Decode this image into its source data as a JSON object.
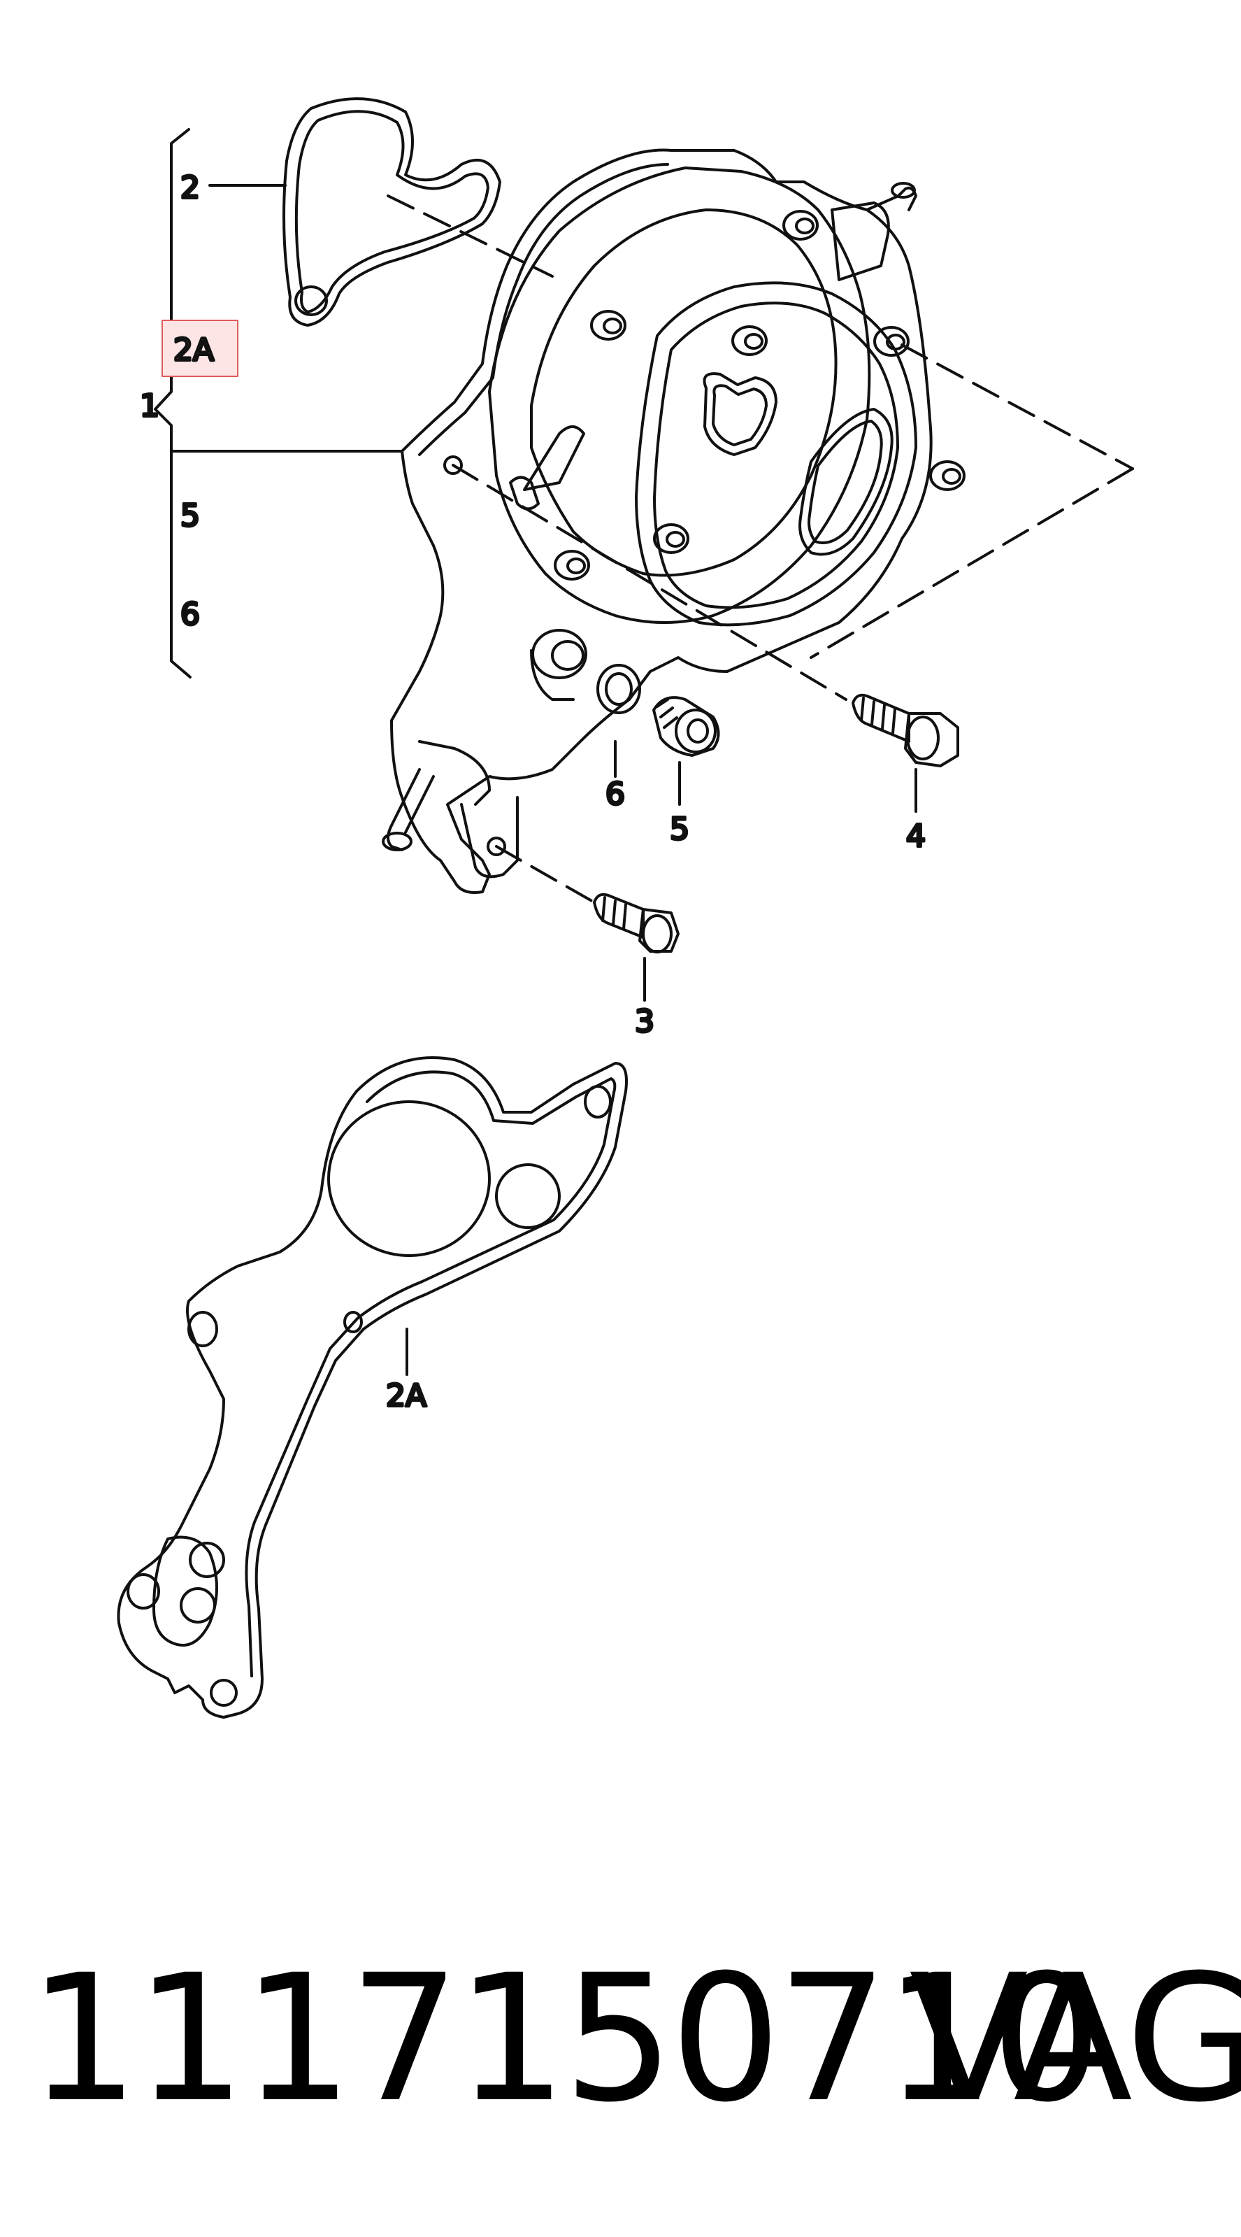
{
  "labels": {
    "assembly": "1",
    "o_ring": "2",
    "gasket": "2A",
    "gasket_bracket_label": "2A",
    "bolt_lower": "3",
    "bolt_right": "4",
    "plug": "5",
    "plug_bracket_label": "5",
    "seal_ring": "6",
    "seal_bracket_label": "6"
  },
  "footer": {
    "part_number": "1117150710",
    "brand": "VAG"
  },
  "colors": {
    "line": "#111111",
    "highlight_border": "#e05a5a",
    "highlight_fill": "#fde5e5"
  }
}
